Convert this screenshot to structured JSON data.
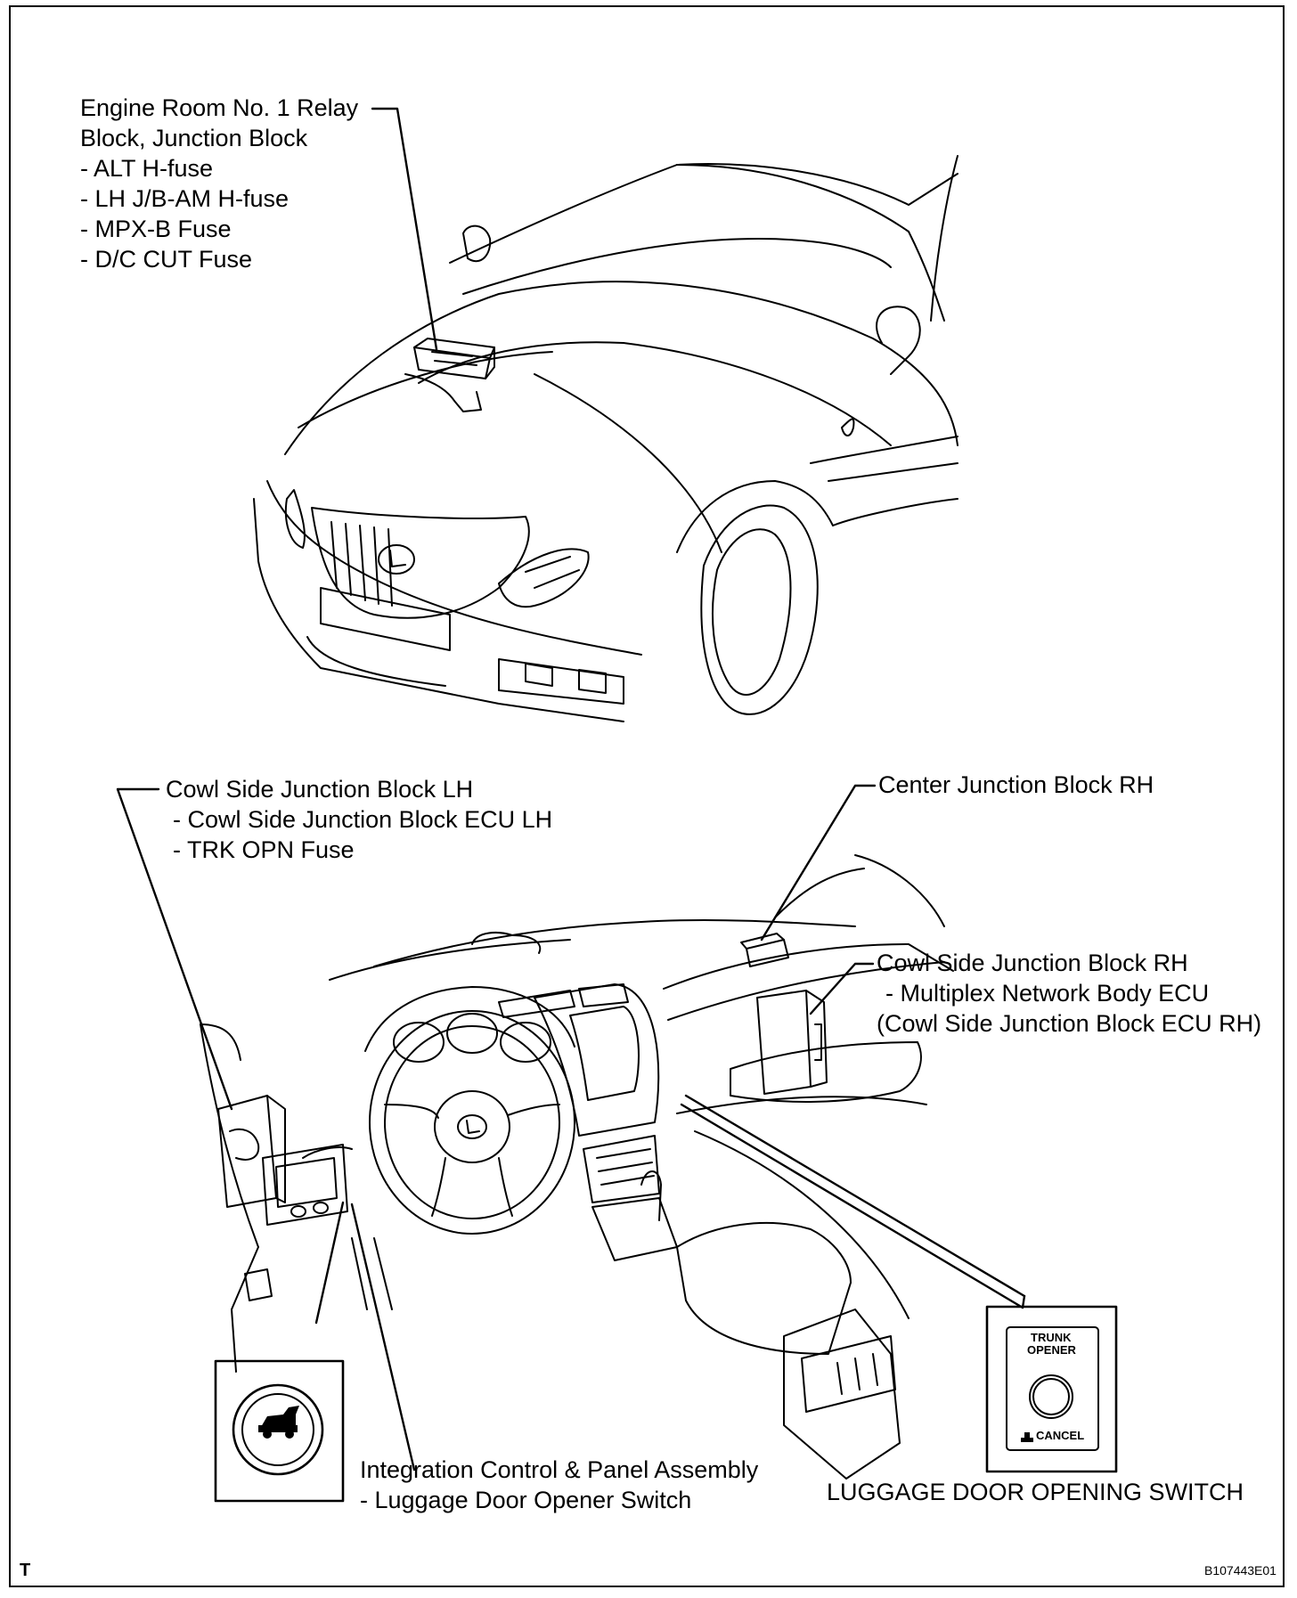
{
  "labels": {
    "engine_room": {
      "title1": "Engine Room No. 1 Relay",
      "title2": "Block, Junction Block",
      "items": [
        "- ALT H-fuse",
        "- LH J/B-AM H-fuse",
        "- MPX-B Fuse",
        "- D/C CUT Fuse"
      ]
    },
    "cowl_lh": {
      "title": "Cowl Side Junction Block LH",
      "items": [
        "- Cowl Side Junction Block ECU LH",
        "- TRK OPN Fuse"
      ]
    },
    "center_rh": {
      "title": "Center Junction Block RH"
    },
    "cowl_rh": {
      "title": "Cowl Side Junction Block RH",
      "items": [
        "- Multiplex Network Body ECU",
        "(Cowl Side Junction Block ECU RH)"
      ]
    },
    "integration": {
      "title": "Integration Control & Panel Assembly",
      "items": [
        "- Luggage Door Opener Switch"
      ]
    }
  },
  "switch_panel": {
    "line1": "TRUNK",
    "line2": "OPENER",
    "cancel": "CANCEL"
  },
  "luggage_caption": "LUGGAGE DOOR OPENING SWITCH",
  "corner_mark": "T",
  "figure_id": "B107443E01"
}
